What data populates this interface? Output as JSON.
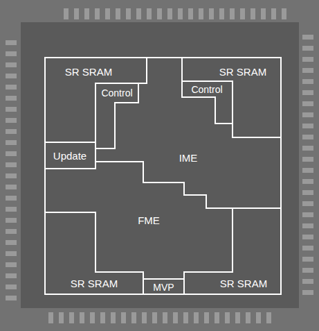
{
  "diagram": {
    "nodes": [
      {
        "text": [
          "SR SRAM"
        ]
      },
      {
        "text": [
          "SR SRAM"
        ]
      },
      {
        "text": [
          "Control"
        ]
      },
      {
        "text": [
          "Control"
        ]
      },
      {
        "text": [
          "Update"
        ]
      },
      {
        "text": [
          "IME"
        ]
      },
      {
        "text": [
          "FME"
        ]
      },
      {
        "text": [
          "SR SRAM"
        ]
      },
      {
        "text": [
          "MVP"
        ]
      },
      {
        "text": [
          "SR SRAM"
        ]
      }
    ]
  }
}
